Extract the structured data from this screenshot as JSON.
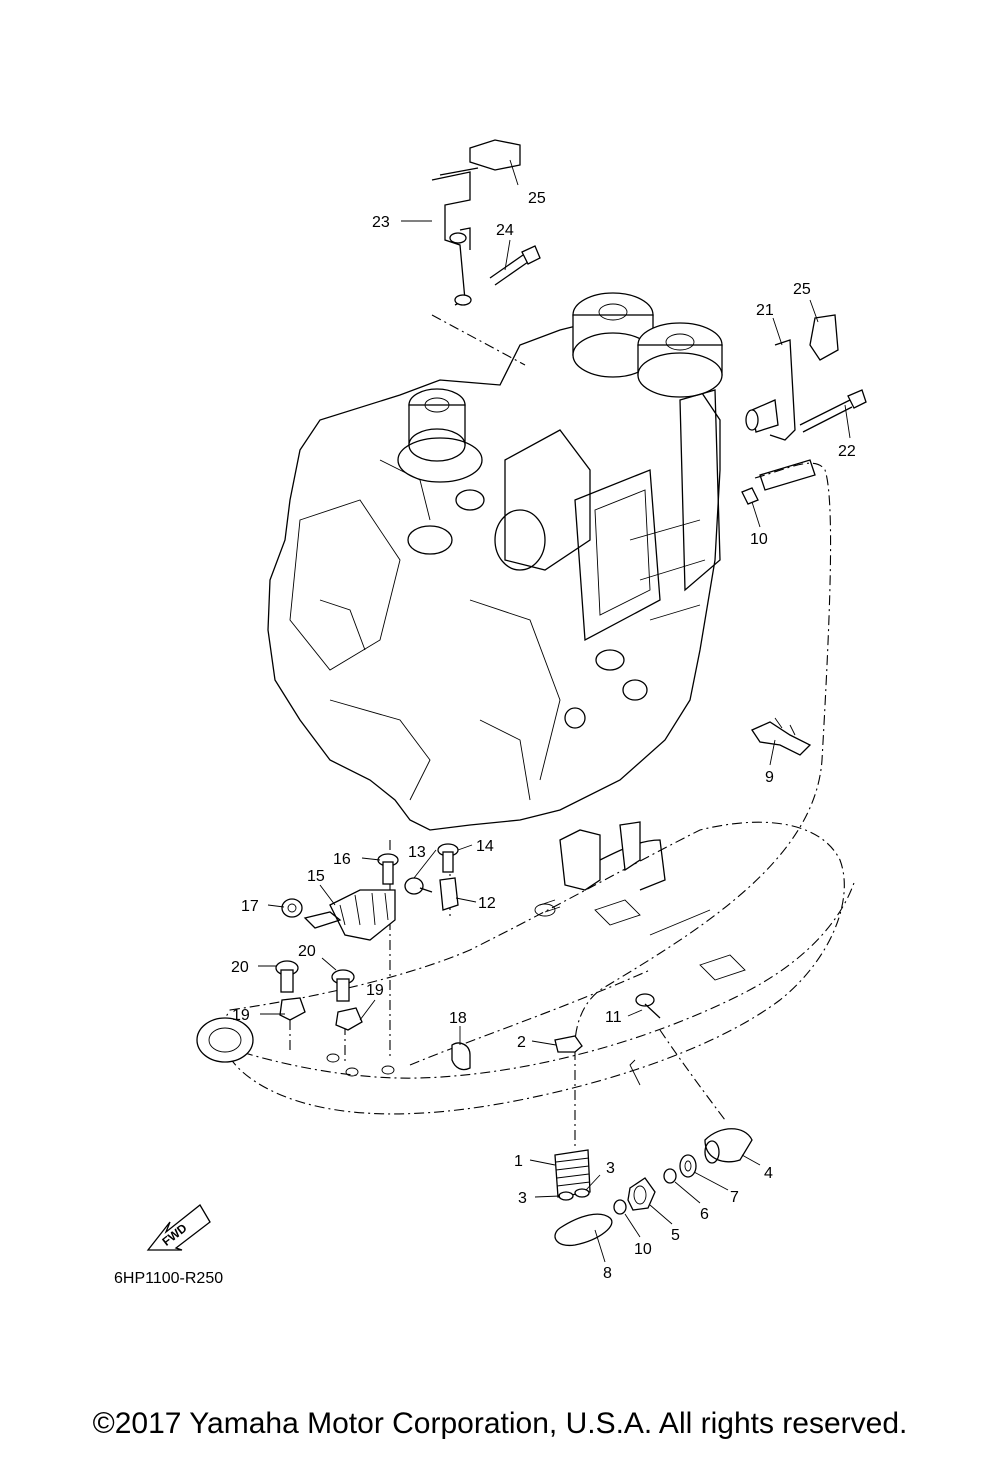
{
  "diagram": {
    "drawing_code": "6HP1100-R250",
    "fwd_label": "FWD",
    "callouts": [
      {
        "id": "c25a",
        "label": "25"
      },
      {
        "id": "c23",
        "label": "23"
      },
      {
        "id": "c24",
        "label": "24"
      },
      {
        "id": "c25b",
        "label": "25"
      },
      {
        "id": "c21",
        "label": "21"
      },
      {
        "id": "c22",
        "label": "22"
      },
      {
        "id": "c10a",
        "label": "10"
      },
      {
        "id": "c9",
        "label": "9"
      },
      {
        "id": "c16",
        "label": "16"
      },
      {
        "id": "c13",
        "label": "13"
      },
      {
        "id": "c14",
        "label": "14"
      },
      {
        "id": "c15",
        "label": "15"
      },
      {
        "id": "c17",
        "label": "17"
      },
      {
        "id": "c12",
        "label": "12"
      },
      {
        "id": "c20a",
        "label": "20"
      },
      {
        "id": "c20b",
        "label": "20"
      },
      {
        "id": "c19a",
        "label": "19"
      },
      {
        "id": "c19b",
        "label": "19"
      },
      {
        "id": "c18",
        "label": "18"
      },
      {
        "id": "c11",
        "label": "11"
      },
      {
        "id": "c2",
        "label": "2"
      },
      {
        "id": "c1",
        "label": "1"
      },
      {
        "id": "c3a",
        "label": "3"
      },
      {
        "id": "c3b",
        "label": "3"
      },
      {
        "id": "c4",
        "label": "4"
      },
      {
        "id": "c7",
        "label": "7"
      },
      {
        "id": "c6",
        "label": "6"
      },
      {
        "id": "c5",
        "label": "5"
      },
      {
        "id": "c10b",
        "label": "10"
      },
      {
        "id": "c8",
        "label": "8"
      }
    ]
  },
  "footer": {
    "copyright": "©2017 Yamaha Motor Corporation, U.S.A. All rights reserved."
  }
}
